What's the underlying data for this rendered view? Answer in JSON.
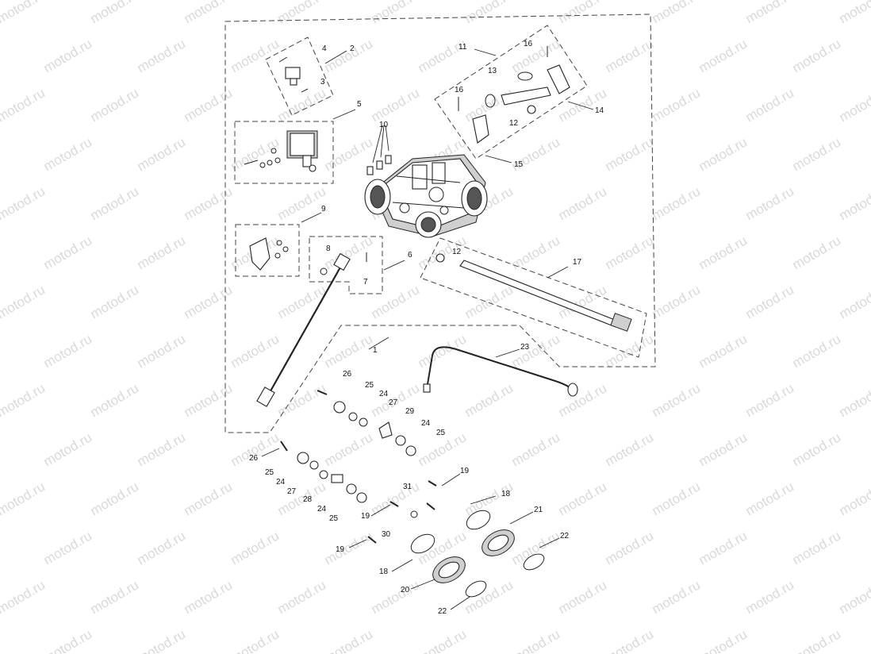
{
  "watermark": "motod.ru",
  "callouts": [
    {
      "id": "c2",
      "label": "2"
    },
    {
      "id": "c3",
      "label": "3"
    },
    {
      "id": "c4",
      "label": "4"
    },
    {
      "id": "c5",
      "label": "5"
    },
    {
      "id": "c6",
      "label": "6"
    },
    {
      "id": "c7",
      "label": "7"
    },
    {
      "id": "c8",
      "label": "8"
    },
    {
      "id": "c9",
      "label": "9"
    },
    {
      "id": "c10",
      "label": "10"
    },
    {
      "id": "c11",
      "label": "11"
    },
    {
      "id": "c12a",
      "label": "12"
    },
    {
      "id": "c12b",
      "label": "12"
    },
    {
      "id": "c13",
      "label": "13"
    },
    {
      "id": "c14",
      "label": "14"
    },
    {
      "id": "c15",
      "label": "15"
    },
    {
      "id": "c16a",
      "label": "16"
    },
    {
      "id": "c16b",
      "label": "16"
    },
    {
      "id": "c17",
      "label": "17"
    },
    {
      "id": "c1",
      "label": "1"
    },
    {
      "id": "c23",
      "label": "23"
    },
    {
      "id": "c26a",
      "label": "26"
    },
    {
      "id": "c25a",
      "label": "25"
    },
    {
      "id": "c24a",
      "label": "24"
    },
    {
      "id": "c27a",
      "label": "27"
    },
    {
      "id": "c29",
      "label": "29"
    },
    {
      "id": "c24b",
      "label": "24"
    },
    {
      "id": "c25b",
      "label": "25"
    },
    {
      "id": "c26b",
      "label": "26"
    },
    {
      "id": "c25c",
      "label": "25"
    },
    {
      "id": "c24c",
      "label": "24"
    },
    {
      "id": "c27b",
      "label": "27"
    },
    {
      "id": "c28",
      "label": "28"
    },
    {
      "id": "c24d",
      "label": "24"
    },
    {
      "id": "c25d",
      "label": "25"
    },
    {
      "id": "c19a",
      "label": "19"
    },
    {
      "id": "c31",
      "label": "31"
    },
    {
      "id": "c19b",
      "label": "19"
    },
    {
      "id": "c30",
      "label": "30"
    },
    {
      "id": "c19c",
      "label": "19"
    },
    {
      "id": "c18a",
      "label": "18"
    },
    {
      "id": "c18b",
      "label": "18"
    },
    {
      "id": "c21",
      "label": "21"
    },
    {
      "id": "c22a",
      "label": "22"
    },
    {
      "id": "c20",
      "label": "20"
    },
    {
      "id": "c22b",
      "label": "22"
    }
  ]
}
